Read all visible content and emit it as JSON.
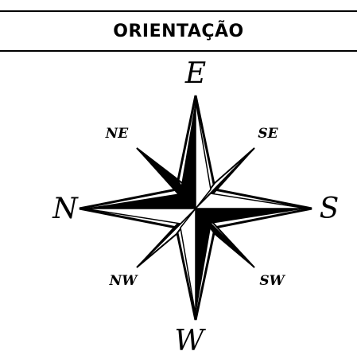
{
  "header": {
    "title": "ORIENTAÇÃO"
  },
  "compass": {
    "labels": {
      "top": "E",
      "bottom": "W",
      "left": "N",
      "right": "S",
      "top_left": "NE",
      "top_right": "SE",
      "bottom_left": "NW",
      "bottom_right": "SW"
    }
  }
}
